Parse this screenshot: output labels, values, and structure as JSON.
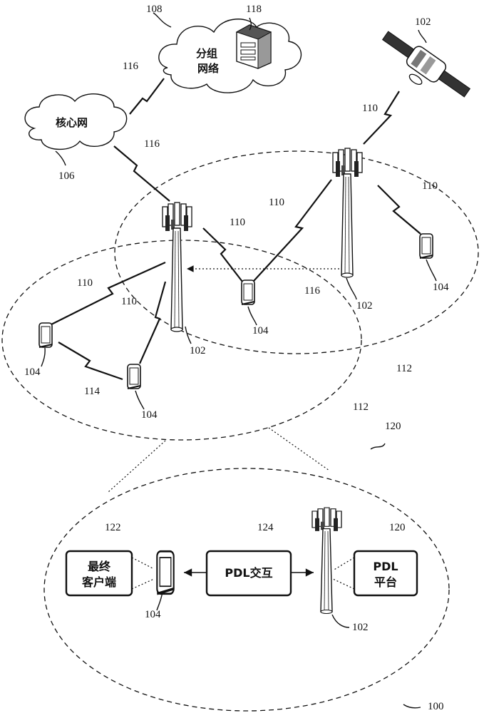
{
  "labels": {
    "satellite": "102",
    "packet_network_ref": "108",
    "server_ref": "118",
    "link_116_a": "116",
    "link_116_b": "116",
    "link_116_c": "116",
    "core_network_ref": "106",
    "sat_link": "110",
    "tower_right_link": "110",
    "tower_left_link": "110",
    "tower_mid_link": "110",
    "phone_left_link": "110",
    "phone_mid_link": "110",
    "tower_left_ref": "102",
    "tower_right_ref": "102",
    "phone_right_ref": "104",
    "phone_mid_ref": "104",
    "phone_far_left_ref": "104",
    "phone_bottom_ref": "104",
    "d2d_link": "114",
    "cell_right_ref": "112",
    "cell_left_ref": "112",
    "platform_ref_top": "120",
    "end_client_ref": "122",
    "pdl_interaction_ref": "124",
    "platform_ref": "120",
    "zoom_phone_ref": "104",
    "zoom_tower_ref": "102",
    "figure_ref": "100"
  },
  "clouds": {
    "packet_network_line1": "分组",
    "packet_network_line2": "网络",
    "core_network": "核心网"
  },
  "boxes": {
    "end_client_line1": "最终",
    "end_client_line2": "客户端",
    "pdl_interaction": "PDL交互",
    "platform_line1": "PDL",
    "platform_line2": "平台"
  }
}
